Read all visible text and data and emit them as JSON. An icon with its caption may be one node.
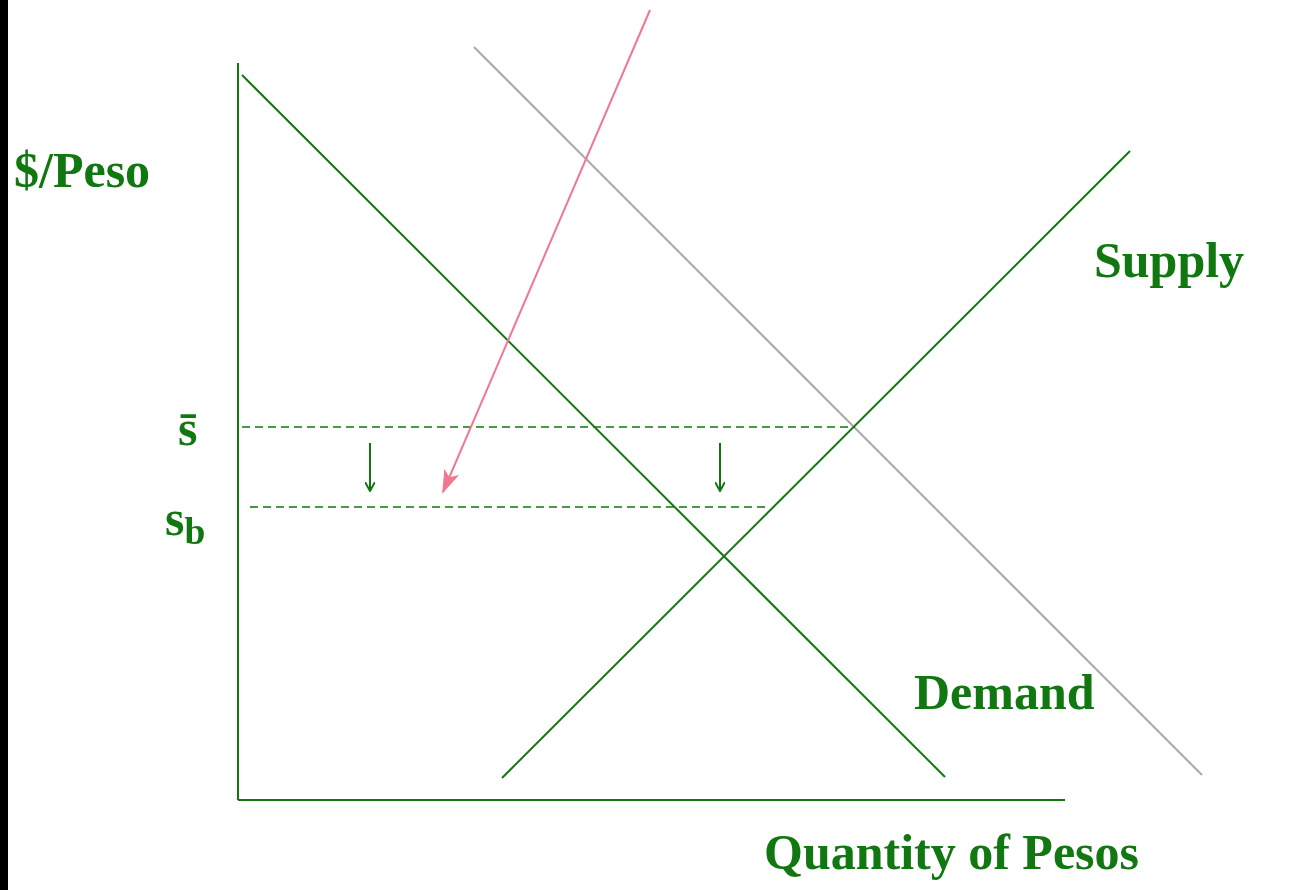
{
  "diagram": {
    "labels": [
      "$/Peso",
      "Supply",
      "s̄",
      "s$_{b}$",
      "Demand",
      "Quantity of Pesos"
    ]
  }
}
